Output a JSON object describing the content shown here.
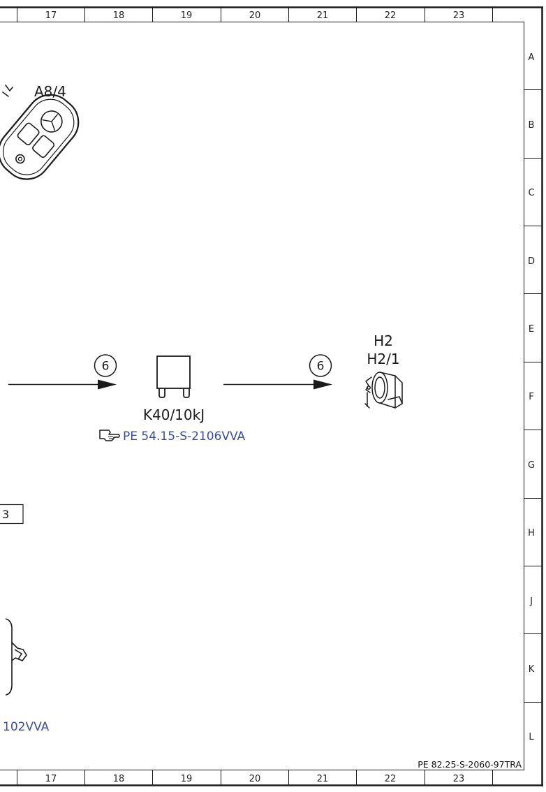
{
  "border": {
    "columns": [
      "17",
      "18",
      "19",
      "20",
      "21",
      "22",
      "23"
    ],
    "rows": [
      "A",
      "B",
      "C",
      "D",
      "E",
      "F",
      "G",
      "H",
      "J",
      "K",
      "L"
    ]
  },
  "components": {
    "key": {
      "label": "A8/4"
    },
    "relay": {
      "label": "K40/10kJ",
      "reference": "PE 54.15-S-2106VVA"
    },
    "horn": {
      "label_line1": "H2",
      "label_line2": "H2/1"
    },
    "connector_left": {
      "partial_label": "3"
    },
    "partial_reference": {
      "text": "102VVA"
    }
  },
  "connections": [
    {
      "number": "6"
    },
    {
      "number": "6"
    }
  ],
  "document_id": "PE 82.25-S-2060-97TRA",
  "colors": {
    "line": "#1a1a1a",
    "link": "#3a4f9a"
  }
}
